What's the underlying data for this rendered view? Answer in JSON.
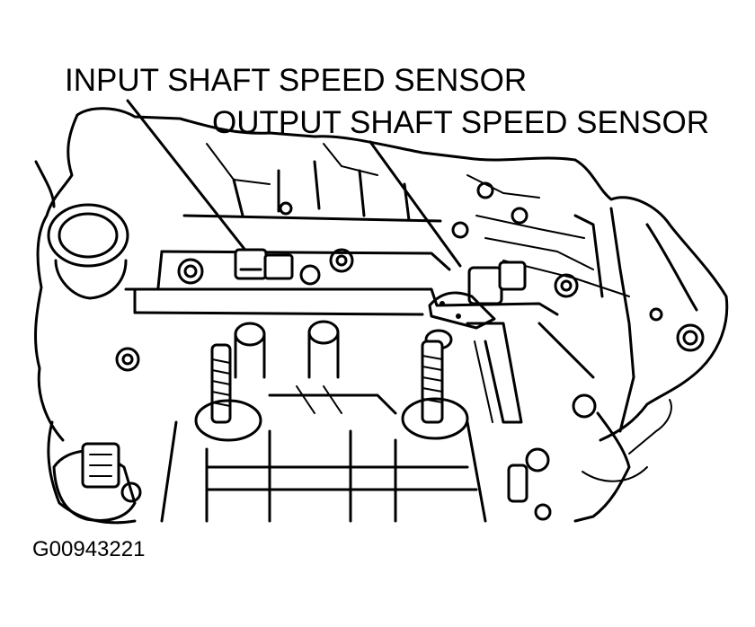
{
  "callouts": {
    "input_sensor": "INPUT SHAFT SPEED SENSOR",
    "output_sensor": "OUTPUT SHAFT SPEED SENSOR"
  },
  "figure_id": "G00943221",
  "colors": {
    "ink": "#000000",
    "paper": "#ffffff"
  }
}
